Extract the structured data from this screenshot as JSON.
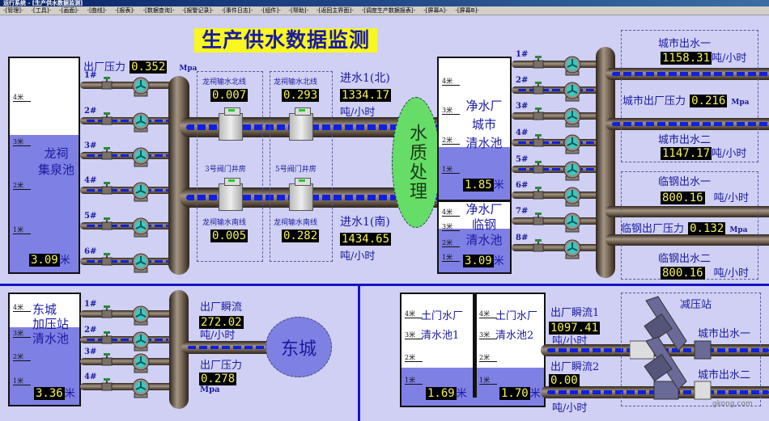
{
  "window": {
    "title": "运行系统 - [生产供水数据监测]"
  },
  "menu": [
    "-[管理]-",
    "-[工具]-",
    "-[画面]-",
    "-[曲线]-",
    "-[报表]-",
    "-[数据查询]-",
    "-[报警记录]-",
    "-[事件日志]-",
    "-[组件]-",
    "-[帮助]-",
    "-[返回主界面]-",
    "-[调度生产数据报表]-",
    "-[屏幕A]-",
    "-[屏幕B]-"
  ],
  "title": "生产供水数据监测",
  "levels": {
    "m4": "4米",
    "m3": "3米",
    "m2": "2米",
    "m1": "1米",
    "unit": "米"
  },
  "longci": {
    "tank_name1": "龙祠",
    "tank_name2": "集泉池",
    "level": "3.09",
    "pressure_label": "出厂压力",
    "pressure": "0.352",
    "pressure_unit": "Mpa",
    "pumps": [
      {
        "label": "1#",
        "running": false
      },
      {
        "label": "2#",
        "running": true
      },
      {
        "label": "3#",
        "running": true
      },
      {
        "label": "4#",
        "running": true
      },
      {
        "label": "5#",
        "running": true
      },
      {
        "label": "6#",
        "running": true
      }
    ],
    "north_a_label": "龙祠输水北线",
    "north_a": "0.007",
    "north_b_label": "龙祠输水北线",
    "north_b": "0.293",
    "valve3_label": "3号阀门井房",
    "valve5_label": "5号阀门井房",
    "south_a_label": "龙祠输水南线",
    "south_a": "0.005",
    "south_b_label": "龙祠输水南线",
    "south_b": "0.282",
    "inflow_north_label": "进水1(北)",
    "inflow_north": "1334.17",
    "inflow_south_label": "进水1(南)",
    "inflow_south": "1434.65",
    "flow_unit": "吨/小时",
    "treatment": "水质处理"
  },
  "plant": {
    "city_tank": [
      "净水厂",
      "城市",
      "清水池"
    ],
    "city_level": "1.85",
    "lingang_tank": [
      "净水厂",
      "临钢",
      "清水池"
    ],
    "lingang_level": "3.09",
    "pumps": [
      {
        "label": "1#",
        "running": false
      },
      {
        "label": "2#",
        "running": true
      },
      {
        "label": "3#",
        "running": false
      },
      {
        "label": "4#",
        "running": true
      },
      {
        "label": "5#",
        "running": true
      },
      {
        "label": "6#",
        "running": false
      },
      {
        "label": "7#",
        "running": false
      },
      {
        "label": "8#",
        "running": false
      }
    ],
    "city_out1_label": "城市出水一",
    "city_out1": "1158.31",
    "city_pressure_label": "城市出厂压力",
    "city_pressure": "0.216",
    "city_out2_label": "城市出水二",
    "city_out2": "1147.17",
    "lg_out1_label": "临钢出水一",
    "lg_out1": "800.16",
    "lg_pressure_label": "临钢出厂压力",
    "lg_pressure": "0.132",
    "lg_out2_label": "临钢出水二",
    "lg_out2": "800.16",
    "flow_unit": "吨/小时",
    "pressure_unit": "Mpa"
  },
  "dongcheng": {
    "tank": [
      "东城",
      "加压站",
      "清水池"
    ],
    "level": "3.36",
    "pumps": [
      {
        "label": "1#",
        "running": false
      },
      {
        "label": "2#",
        "running": true
      },
      {
        "label": "3#",
        "running": false
      },
      {
        "label": "4#",
        "running": false
      }
    ],
    "flow_label": "出厂瞬流",
    "flow": "272.02",
    "flow_unit": "吨/小时",
    "pressure_label": "出厂压力",
    "pressure": "0.278",
    "pressure_unit": "Mpa",
    "destination": "东城"
  },
  "tumen": {
    "tank1": [
      "土门水厂",
      "清水池1"
    ],
    "level1": "1.69",
    "tank2": [
      "土门水厂",
      "清水池2"
    ],
    "level2": "1.70",
    "flow1_label": "出厂瞬流1",
    "flow1": "1097.41",
    "flow2_label": "出厂瞬流2",
    "flow2": "0.00",
    "flow_unit": "吨/小时",
    "station": "减压站",
    "out1": "城市出水一",
    "out2": "城市出水二"
  },
  "watermark": "gkong.com",
  "colors": {
    "background": "#cfd0f3",
    "water": "#7f80e4",
    "value_bg": "#000000",
    "value_fg": "#f4f45c",
    "text": "#1a1aa0",
    "treatment": "#66dd66"
  }
}
